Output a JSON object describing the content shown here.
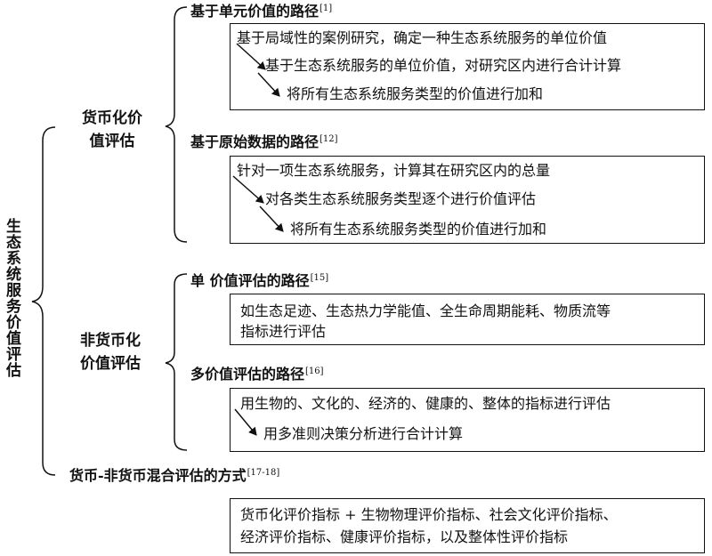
{
  "root": {
    "label": "生态系统服务价值评估"
  },
  "monetary": {
    "label_line1": "货币化价",
    "label_line2": "值评估",
    "unit_path": {
      "title": "基于单元价值的路径",
      "ref": "[1]",
      "steps": [
        "基于局域性的案例研究，确定一种生态系统服务的单位价值",
        "基于生态系统服务的单位价值，对研究区内进行合计计算",
        "将所有生态系统服务类型的价值进行加和"
      ]
    },
    "raw_path": {
      "title": "基于原始数据的路径",
      "ref": "[12]",
      "steps": [
        "针对一项生态系统服务，计算其在研究区内的总量",
        "对各类生态系统服务类型逐个进行价值评估",
        "将所有生态系统服务类型的价值进行加和"
      ]
    }
  },
  "nonmonetary": {
    "label_line1": "非货币化",
    "label_line2": "价值评估",
    "single_path": {
      "title": "单 价值评估的路径",
      "ref": "[15]",
      "line1": "如生态足迹、生态热力学能值、全生命周期能耗、物质流等",
      "line2": "指标进行评估"
    },
    "multi_path": {
      "title": "多价值评估的路径",
      "ref": "[16]",
      "steps": [
        "用生物的、文化的、经济的、健康的、整体的指标进行评估",
        "用多准则决策分析进行合计计算"
      ]
    }
  },
  "hybrid": {
    "title": "货币-非货币混合评估的方式",
    "ref": "[17-18]",
    "line1": "货币化评价指标 + 生物物理评价指标、社会文化评价指标、",
    "line2": "经济评价指标、健康评价指标，以及整体性评价指标"
  }
}
